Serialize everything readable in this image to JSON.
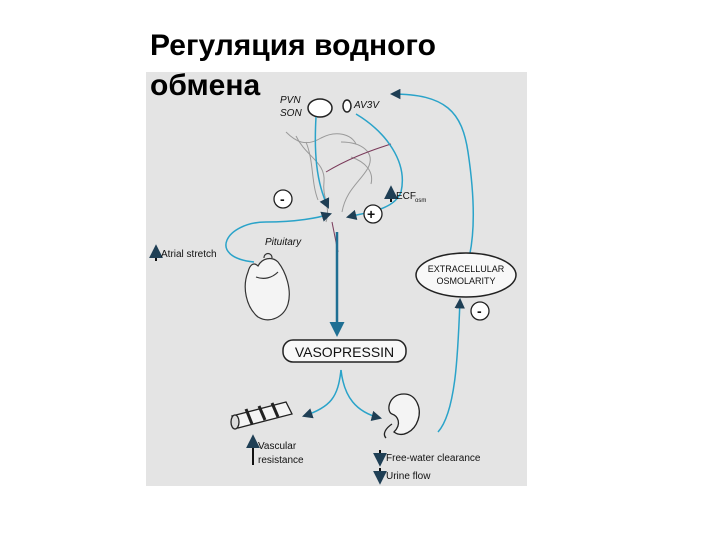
{
  "slide": {
    "title": "Регуляция водного обмена"
  },
  "diagram": {
    "labels": {
      "pvn": "PVN",
      "son": "SON",
      "av3v": "AV3V",
      "ecf": "ECF",
      "ecf_sub": "osm",
      "minus_top": "-",
      "plus": "+",
      "atrial": "Atrial stretch",
      "pituitary": "Pituitary",
      "extracellular": "EXTRACELLULAR",
      "osmolarity": "OSMOLARITY",
      "minus_right": "-",
      "vasopressin": "VASOPRESSIN",
      "vascular": "Vascular",
      "resistance": "resistance",
      "free_water": "Free-water clearance",
      "urine": "Urine flow"
    },
    "colors": {
      "arrow": "#2aa3c9",
      "main_arrow": "#1f7ea6",
      "ink": "#222222",
      "background": "#e4e4e4"
    }
  }
}
